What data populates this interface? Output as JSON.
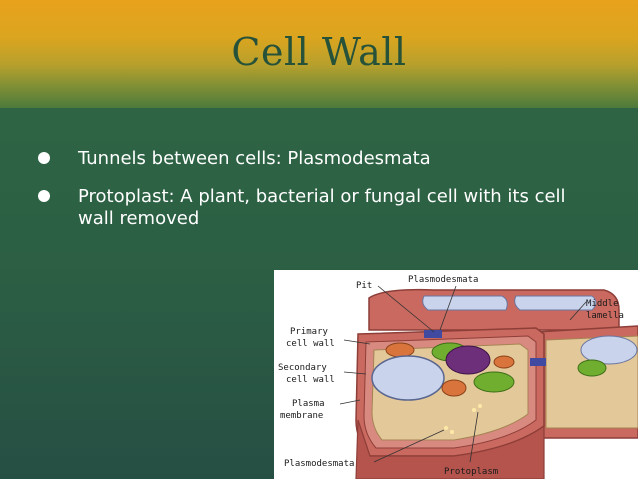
{
  "slide": {
    "title": "Cell Wall",
    "bullets": [
      "Tunnels between cells: Plasmodesmata",
      "Protoplast: A plant, bacterial or fungal cell with its cell wall removed"
    ]
  },
  "diagram": {
    "labels": {
      "pit": "Pit",
      "plasmodesmata_top": "Plasmodesmata",
      "middle": "Middle",
      "lamella": "lamella",
      "primary": "Primary",
      "cell_wall_1": "cell wall",
      "secondary": "Secondary",
      "cell_wall_2": "cell wall",
      "plasma": "Plasma",
      "membrane": "membrane",
      "plasmodesmata_bottom": "Plasmodesmata",
      "protoplasm": "Protoplasm"
    }
  },
  "colors": {
    "title_band_top": "#e9a21c",
    "background": "#2c5f44",
    "title_text": "#27523a",
    "bullet_text": "#ffffff",
    "cell_wall": "#c9695f",
    "cytoplasm": "#e3c99a",
    "vacuole": "#c9d3ec",
    "nucleus": "#6e2f7a",
    "chloroplast": "#6fae2f",
    "mitochondrion": "#d9743c"
  }
}
